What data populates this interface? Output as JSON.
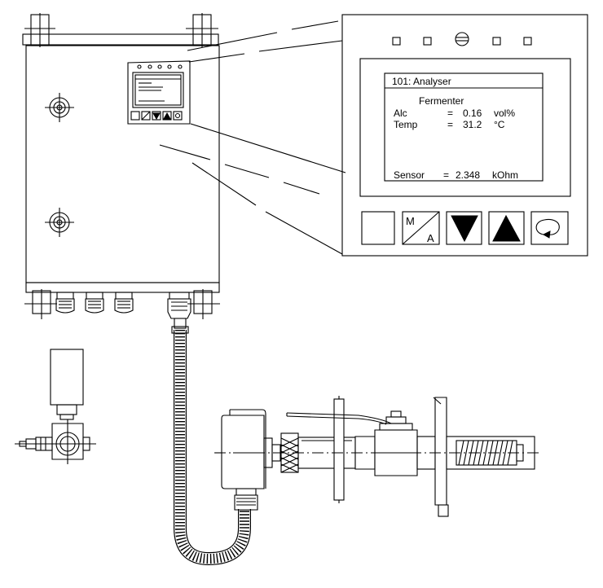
{
  "display": {
    "header": "101: Analyser",
    "group": "Fermenter",
    "rows": [
      {
        "label": "Alc",
        "eq": "=",
        "value": "0.16",
        "unit": "vol%"
      },
      {
        "label": "Temp",
        "eq": "=",
        "value": "31.2",
        "unit": "°C"
      }
    ],
    "sensor": {
      "label": "Sensor",
      "eq": "=",
      "value": "2.348",
      "unit": "kOhm"
    }
  },
  "buttons": {
    "mode_m": "M",
    "mode_a": "A"
  },
  "icons": [
    "blank-key-icon",
    "mode-ma-icon",
    "arrow-down-icon",
    "arrow-up-icon",
    "enter-return-icon"
  ]
}
